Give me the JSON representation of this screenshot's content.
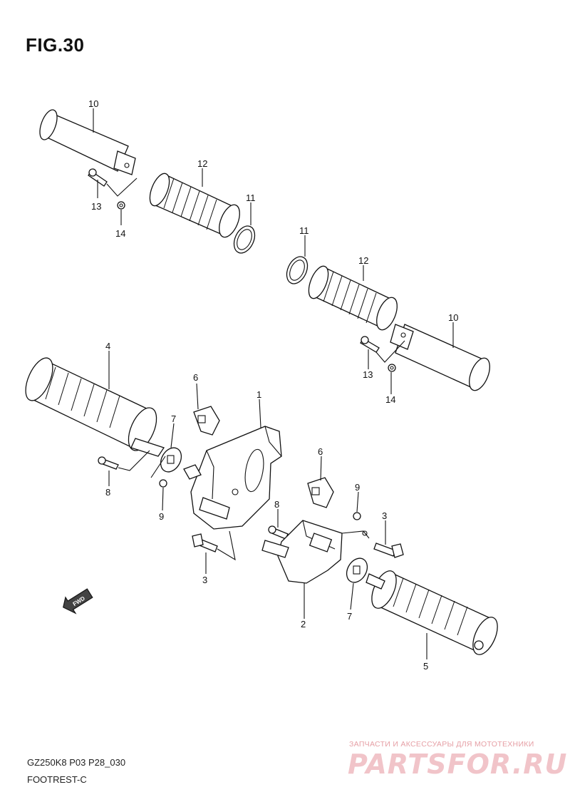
{
  "figure": {
    "title": "FIG.30",
    "model_code": "GZ250K8 P03 P28_030",
    "part_group": "FOOTREST-C"
  },
  "watermark": {
    "tagline": "ЗАПЧАСТИ И АКСЕССУАРЫ ДЛЯ МОТОТЕХНИКИ",
    "logo": "PARTSFOR.RU"
  },
  "direction_arrow": {
    "label": "FWD"
  },
  "callouts": {
    "c10a": "10",
    "c12a": "12",
    "c11a": "11",
    "c13a": "13",
    "c14a": "14",
    "c11b": "11",
    "c12b": "12",
    "c10b": "10",
    "c13b": "13",
    "c14b": "14",
    "c4": "4",
    "c6a": "6",
    "c1": "1",
    "c7a": "7",
    "c8a": "8",
    "c9a": "9",
    "c3a": "3",
    "c6b": "6",
    "c9b": "9",
    "c8b": "8",
    "c3b": "3",
    "c7b": "7",
    "c2": "2",
    "c5": "5"
  }
}
